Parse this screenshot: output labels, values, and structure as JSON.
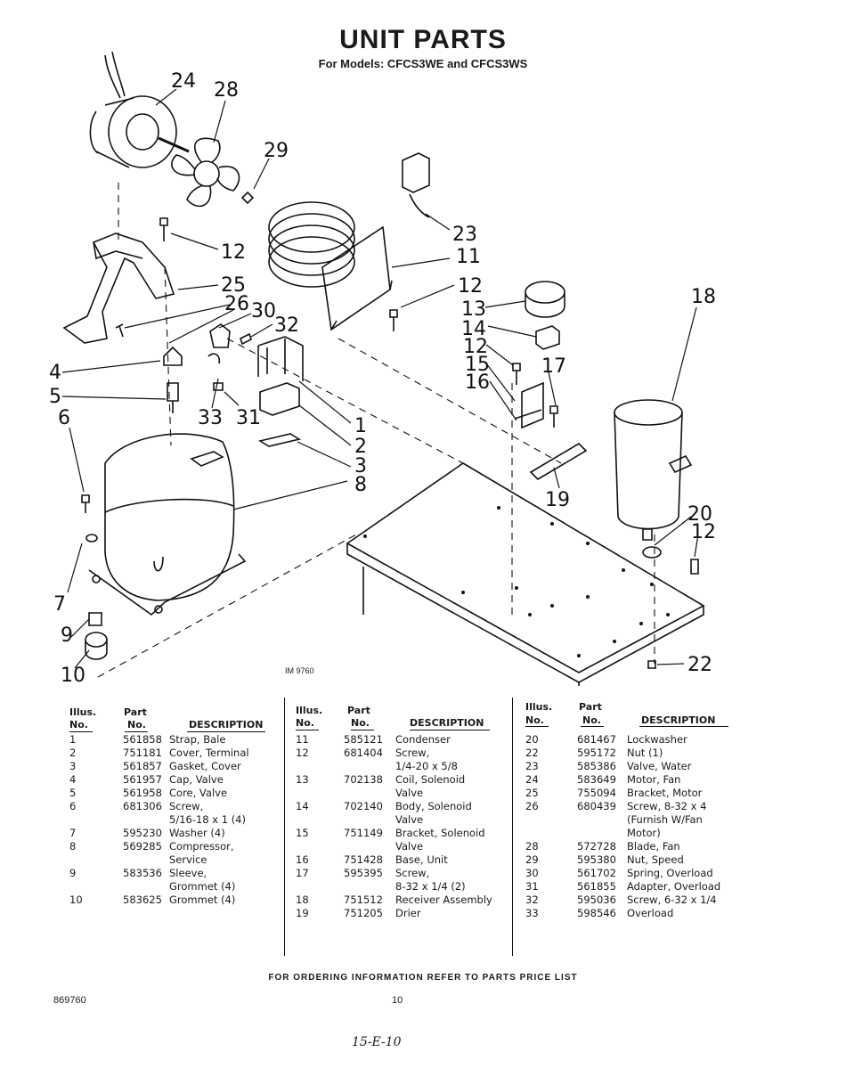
{
  "page": {
    "title": "UNIT PARTS",
    "subtitle": "For Models: CFCS3WE and CFCS3WS",
    "figure_code": "IM 9760",
    "footer_note": "FOR ORDERING INFORMATION REFER TO PARTS PRICE LIST",
    "doc_number": "869760",
    "page_number": "10",
    "handwritten": "15-E-10"
  },
  "callouts": [
    "24",
    "28",
    "29",
    "12",
    "25",
    "26",
    "30",
    "32",
    "4",
    "5",
    "6",
    "33",
    "31",
    "1",
    "2",
    "3",
    "8",
    "7",
    "9",
    "10",
    "23",
    "11",
    "12",
    "13",
    "14",
    "12",
    "15",
    "16",
    "17",
    "18",
    "19",
    "20",
    "12",
    "22"
  ],
  "headers": {
    "illus": "Illus.",
    "no": "No.",
    "part": "Part",
    "desc": "DESCRIPTION"
  },
  "columns": [
    [
      {
        "illus": "1",
        "part": "561858",
        "desc": [
          "Strap, Bale"
        ]
      },
      {
        "illus": "2",
        "part": "751181",
        "desc": [
          "Cover, Terminal"
        ]
      },
      {
        "illus": "3",
        "part": "561857",
        "desc": [
          "Gasket, Cover"
        ]
      },
      {
        "illus": "4",
        "part": "561957",
        "desc": [
          "Cap, Valve"
        ]
      },
      {
        "illus": "5",
        "part": "561958",
        "desc": [
          "Core, Valve"
        ]
      },
      {
        "illus": "6",
        "part": "681306",
        "desc": [
          "Screw,",
          "5/16-18 x 1 (4)"
        ]
      },
      {
        "illus": "7",
        "part": "595230",
        "desc": [
          "Washer (4)"
        ]
      },
      {
        "illus": "8",
        "part": "569285",
        "desc": [
          "Compressor,",
          "Service"
        ]
      },
      {
        "illus": "9",
        "part": "583536",
        "desc": [
          "Sleeve,",
          "Grommet (4)"
        ]
      },
      {
        "illus": "10",
        "part": "583625",
        "desc": [
          "Grommet (4)"
        ]
      }
    ],
    [
      {
        "illus": "11",
        "part": "585121",
        "desc": [
          "Condenser"
        ]
      },
      {
        "illus": "12",
        "part": "681404",
        "desc": [
          "Screw,",
          "1/4-20 x 5/8"
        ]
      },
      {
        "illus": "13",
        "part": "702138",
        "desc": [
          "Coil, Solenoid",
          "Valve"
        ]
      },
      {
        "illus": "14",
        "part": "702140",
        "desc": [
          "Body, Solenoid",
          "Valve"
        ]
      },
      {
        "illus": "15",
        "part": "751149",
        "desc": [
          "Bracket, Solenoid",
          "Valve"
        ]
      },
      {
        "illus": "16",
        "part": "751428",
        "desc": [
          "Base, Unit"
        ]
      },
      {
        "illus": "17",
        "part": "595395",
        "desc": [
          "Screw,",
          "8-32 x 1/4 (2)"
        ]
      },
      {
        "illus": "18",
        "part": "751512",
        "desc": [
          "Receiver Assembly"
        ]
      },
      {
        "illus": "19",
        "part": "751205",
        "desc": [
          "Drier"
        ]
      }
    ],
    [
      {
        "illus": "20",
        "part": "681467",
        "desc": [
          "Lockwasher"
        ]
      },
      {
        "illus": "22",
        "part": "595172",
        "desc": [
          "Nut (1)"
        ]
      },
      {
        "illus": "23",
        "part": "585386",
        "desc": [
          "Valve, Water"
        ]
      },
      {
        "illus": "24",
        "part": "583649",
        "desc": [
          "Motor, Fan"
        ]
      },
      {
        "illus": "25",
        "part": "755094",
        "desc": [
          "Bracket, Motor"
        ]
      },
      {
        "illus": "26",
        "part": "680439",
        "desc": [
          "Screw, 8-32 x 4",
          "(Furnish W/Fan",
          "Motor)"
        ]
      },
      {
        "illus": "28",
        "part": "572728",
        "desc": [
          "Blade, Fan"
        ]
      },
      {
        "illus": "29",
        "part": "595380",
        "desc": [
          "Nut, Speed"
        ]
      },
      {
        "illus": "30",
        "part": "561702",
        "desc": [
          "Spring, Overload"
        ]
      },
      {
        "illus": "31",
        "part": "561855",
        "desc": [
          "Adapter, Overload"
        ]
      },
      {
        "illus": "32",
        "part": "595036",
        "desc": [
          "Screw, 6-32 x 1/4"
        ]
      },
      {
        "illus": "33",
        "part": "598546",
        "desc": [
          "Overload"
        ]
      }
    ]
  ]
}
